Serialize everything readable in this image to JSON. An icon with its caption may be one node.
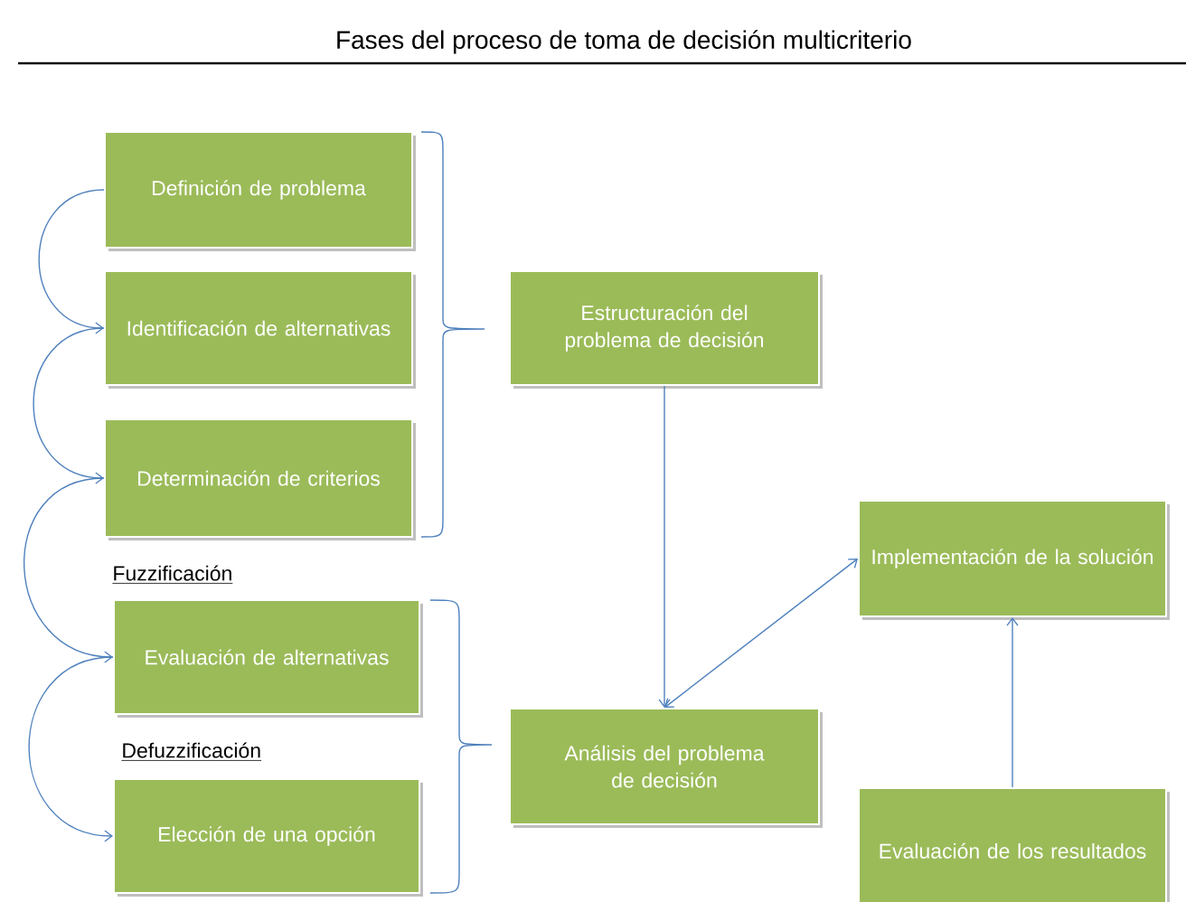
{
  "diagram": {
    "title": "Fases del proceso de toma de decisión multicriterio",
    "nodes": [
      {
        "text": [
          "Definición de problema"
        ]
      },
      {
        "text": [
          "Identificación de alternativas"
        ]
      },
      {
        "text": [
          "Determinación de criterios"
        ]
      },
      {
        "text": [
          "Evaluación de alternativas"
        ]
      },
      {
        "text": [
          "Elección de una opción"
        ]
      },
      {
        "text": [
          "Estructuración del problema de decisión"
        ]
      },
      {
        "text": [
          "Análisis del problema de decisión"
        ]
      },
      {
        "text": [
          "Implementación de la solución"
        ]
      },
      {
        "text": [
          "Evaluación de los resultados"
        ]
      }
    ],
    "edges": [
      {
        "from": 0,
        "to": 1,
        "arrow": "to"
      },
      {
        "from": 1,
        "to": 2,
        "arrow": "to"
      },
      {
        "from": 2,
        "to": 3,
        "arrow": "to"
      },
      {
        "from": 3,
        "to": 4,
        "arrow": "to"
      },
      {
        "from": 5,
        "to": 6,
        "arrow": "to"
      },
      {
        "from": 6,
        "to": 7,
        "arrow": "both"
      },
      {
        "from": 8,
        "to": 7,
        "arrow": "to"
      }
    ],
    "labels": [
      "Fuzzificación",
      "Defuzzificación"
    ]
  }
}
